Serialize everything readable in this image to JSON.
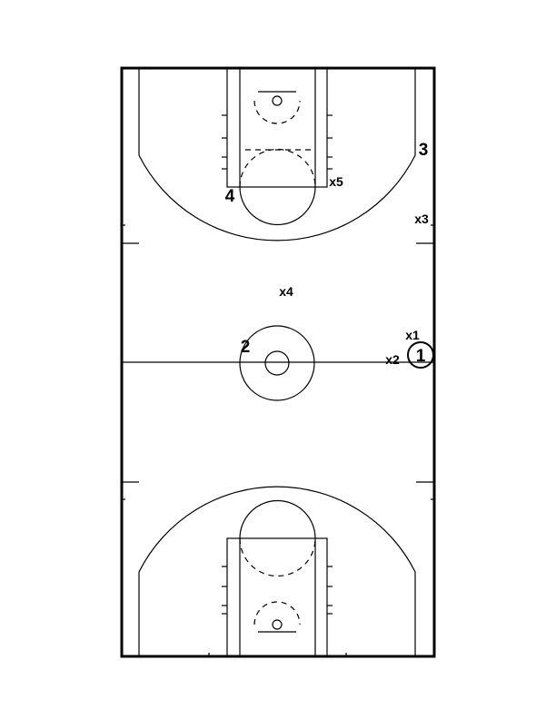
{
  "offense": [
    {
      "id": "o1",
      "label": "1",
      "ball": true
    },
    {
      "id": "o2",
      "label": "2"
    },
    {
      "id": "o3",
      "label": "3"
    },
    {
      "id": "o4",
      "label": "4"
    }
  ],
  "defense": [
    {
      "id": "x1",
      "label": "x1"
    },
    {
      "id": "x2",
      "label": "x2"
    },
    {
      "id": "x3",
      "label": "x3"
    },
    {
      "id": "x4",
      "label": "x4"
    },
    {
      "id": "x5",
      "label": "x5"
    }
  ]
}
